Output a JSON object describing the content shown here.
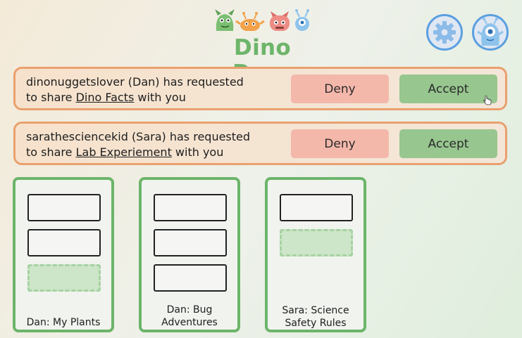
{
  "app": {
    "title": "Dino Docs"
  },
  "icons": {
    "settings": "gear-icon",
    "profile": "monster-avatar-icon",
    "logo": "dino-monsters-logo"
  },
  "colors": {
    "brand": "#6db56a",
    "deny": "#f4b8ab",
    "accept": "#97c68f",
    "request_border": "#eaa06e",
    "header_button_border": "#5b9fe0"
  },
  "requests": [
    {
      "prefix": "dinonuggetslover (Dan) has requested",
      "line2_prefix": "to share ",
      "doc": "Dino Facts",
      "suffix": " with you",
      "deny": "Deny",
      "accept": "Accept"
    },
    {
      "prefix": "sarathesciencekid (Sara) has requested",
      "line2_prefix": "to share ",
      "doc": "Lab Experiement",
      "suffix": " with you",
      "deny": "Deny",
      "accept": "Accept"
    }
  ],
  "documents": [
    {
      "label_line1": "Dan: My Plants",
      "label_line2": ""
    },
    {
      "label_line1": "Dan: Bug",
      "label_line2": "Adventures"
    },
    {
      "label_line1": "Sara: Science",
      "label_line2": "Safety Rules"
    }
  ]
}
